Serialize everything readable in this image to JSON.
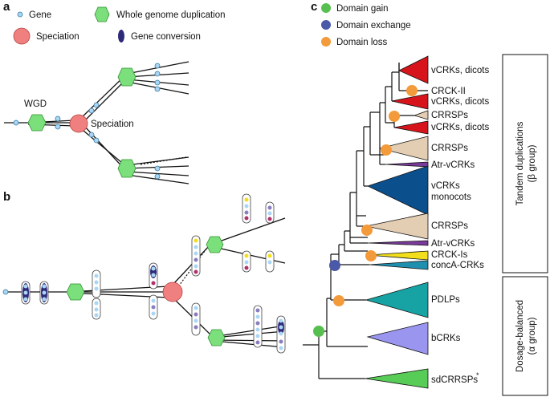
{
  "panels": {
    "a": "a",
    "b": "b",
    "c": "c"
  },
  "legend_a": {
    "gene": "Gene",
    "wgd": "Whole genome duplication",
    "speciation": "Speciation",
    "gene_conversion": "Gene conversion"
  },
  "panel_a_labels": {
    "wgd": "WGD",
    "speciation": "Speciation"
  },
  "legend_c": {
    "gain": "Domain gain",
    "exchange": "Domain exchange",
    "loss": "Domain loss"
  },
  "colors": {
    "gene": "#a9d6f5",
    "wgd": "#7be07b",
    "speciation": "#f08080",
    "gene_conversion": "#2e2a7a",
    "gain": "#56bf4f",
    "exchange": "#4a5aa8",
    "loss": "#f39a3a"
  },
  "clades": [
    {
      "label": "vCRKs, dicots",
      "color": "#d7141c"
    },
    {
      "label": "CRCK-II",
      "color": "#d7141c"
    },
    {
      "label": "vCRKs, dicots",
      "color": "#d7141c"
    },
    {
      "label": "CRRSPs",
      "color": "#e3cdb3"
    },
    {
      "label": "vCRKs, dicots",
      "color": "#d7141c"
    },
    {
      "label": "CRRSPs",
      "color": "#e3cdb3"
    },
    {
      "label": "Atr-vCRKs",
      "color": "#7a3a9a"
    },
    {
      "label": "vCRKs",
      "color": "#0b4f8c"
    },
    {
      "label": "monocots",
      "color": "#0b4f8c"
    },
    {
      "label": "CRRSPs",
      "color": "#e3cdb3"
    },
    {
      "label": "Atr-vCRKs",
      "color": "#7a3a9a"
    },
    {
      "label": "CRCK-Is",
      "color": "#f2de1a"
    },
    {
      "label": "concA-CRKs",
      "color": "#1f8fb0"
    },
    {
      "label": "PDLPs",
      "color": "#17a3a3"
    },
    {
      "label": "bCRKs",
      "color": "#9a96f0"
    },
    {
      "label": "sdCRRSPs",
      "color": "#57cc57"
    }
  ],
  "asterisk": "*",
  "groups": {
    "tandem_line1": "Tandem duplications",
    "tandem_line2": "(β group)",
    "dosage_line1": "Dosage-balanced",
    "dosage_line2": "(α group)"
  }
}
